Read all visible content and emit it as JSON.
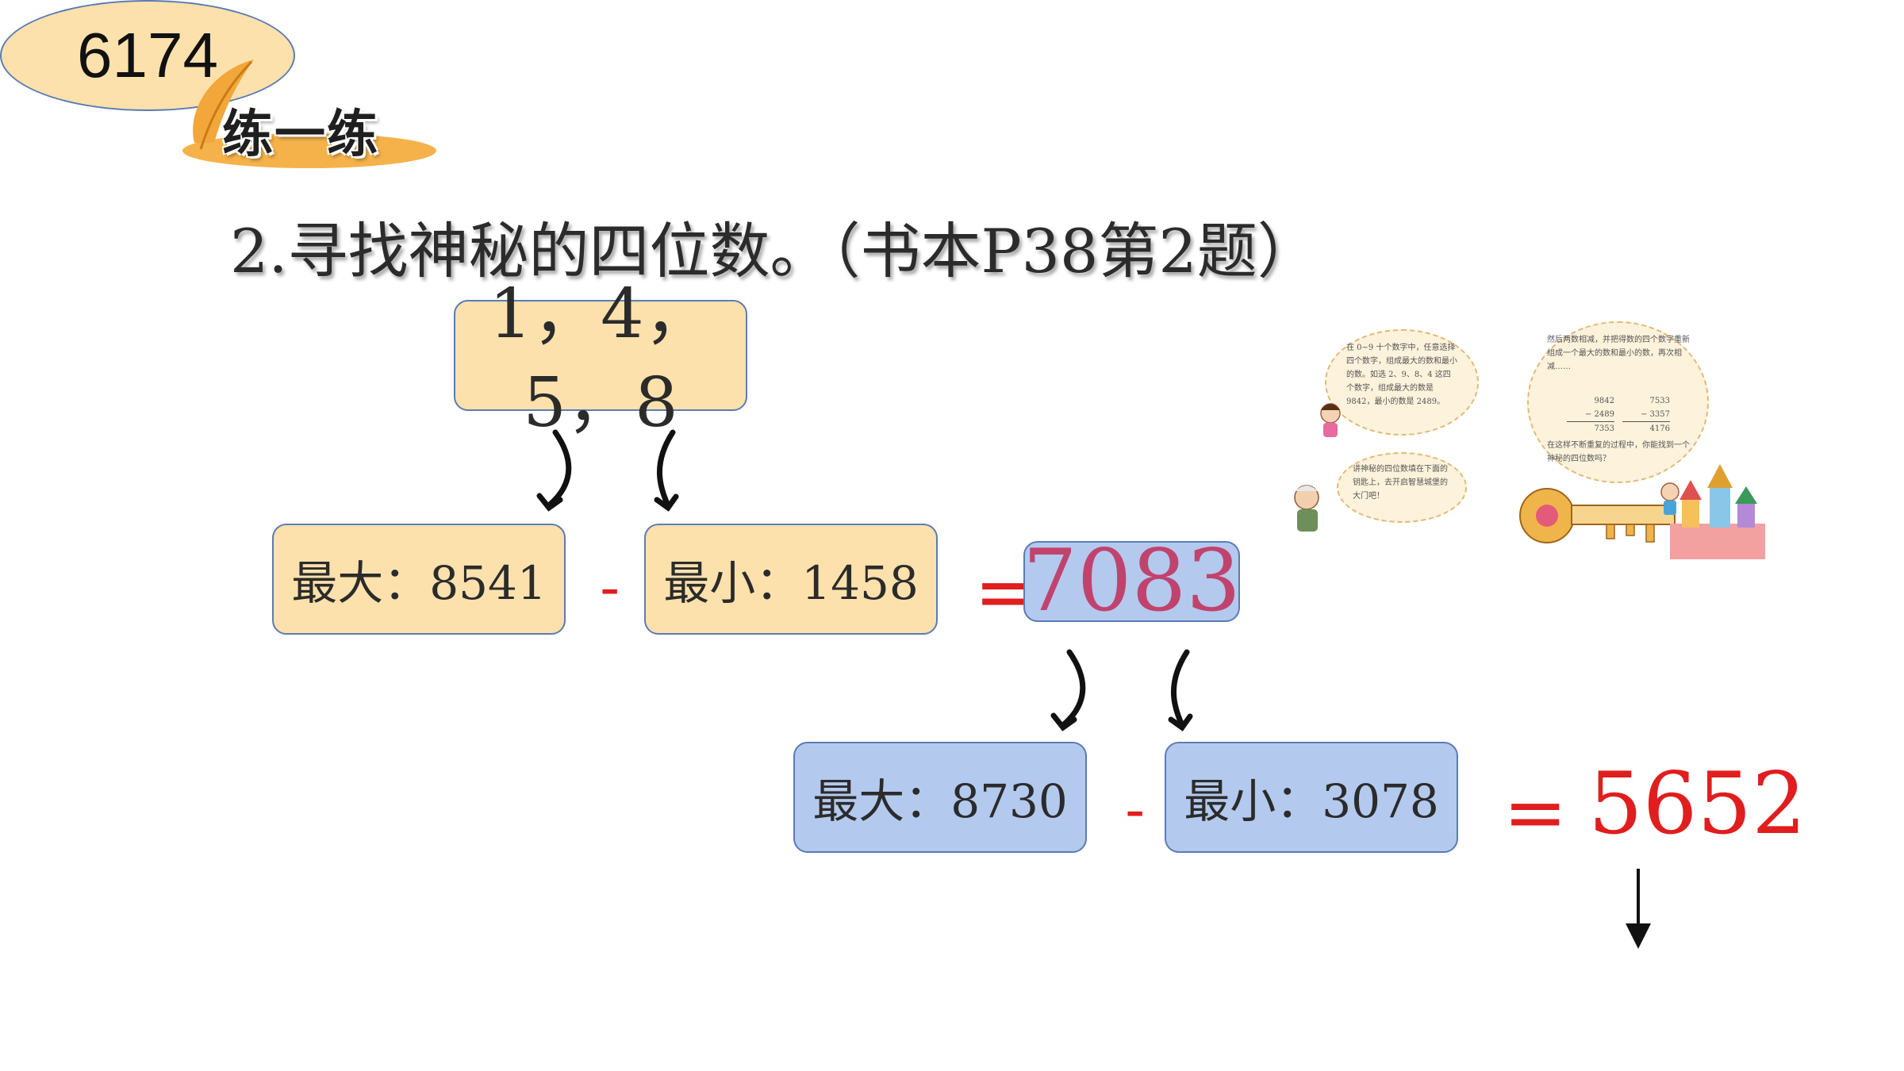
{
  "header": {
    "badge_text": "练一练"
  },
  "title": "2.寻找神秘的四位数。（书本P38第2题）",
  "digits_box": "1，4，5，8",
  "step1": {
    "max_text": "最大：8541",
    "min_text": "最小：1458",
    "minus": "-",
    "equals": "=",
    "result": "7083"
  },
  "step2": {
    "max_text": "最大：8730",
    "min_text": "最小：3078",
    "minus": "-",
    "equals": "=",
    "result": "5652"
  },
  "final_value": "6174",
  "illustration": {
    "bubble1": "在 0~9 十个数字中，任意选择四个数字，组成最大的数和最小的数。如选 2、9、8、4 这四个数字，组成最大的数是 9842，最小的数是 2489。",
    "bubble2": "然后两数相减，并把得数的四个数字重新组成一个最大的数和最小的数，再次相减……",
    "calc1": [
      "9842",
      "− 2489",
      "7353"
    ],
    "calc2": [
      "7533",
      "− 3357",
      "4176"
    ],
    "bubble2_end": "在这样不断重复的过程中，你能找到一个神秘的四位数吗？",
    "bubble3": "讲神秘的四位数填在下面的钥匙上，去开启智慧城堡的大门吧！"
  },
  "colors": {
    "orange_box": "#fde1ac",
    "blue_box": "#b4c9ee",
    "red": "#e01e1e",
    "pink_result": "#c0436e",
    "border": "#5b7bb5"
  }
}
